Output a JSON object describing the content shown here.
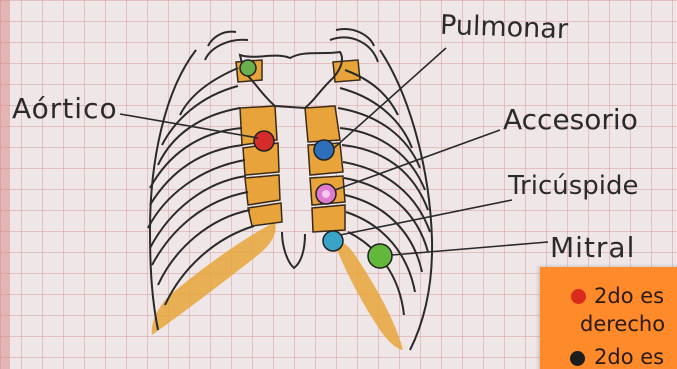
{
  "labels": {
    "pulmonar": "Pulmonar",
    "aortico": "Aórtico",
    "accesorio": "Accesorio",
    "tricuspide": "Tricúspide",
    "mitral": "Mitral"
  },
  "sticky_note": {
    "line1": "2do es",
    "line2": "derecho",
    "line3": "2do es"
  },
  "colors": {
    "paper": "#ede6e6",
    "grid": "#d88a8a",
    "sternum": "#e8a43a",
    "pencil": "#2a2a2a",
    "focus_aortic": "#d52b2b",
    "focus_pulmonary": "#2d6fb8",
    "focus_accessory": "#e07ad0",
    "focus_tricuspid": "#3aa3c8",
    "focus_mitral": "#62b83a",
    "focus_top": "#6ab04c",
    "sticky_note": "#ff8a2a"
  }
}
